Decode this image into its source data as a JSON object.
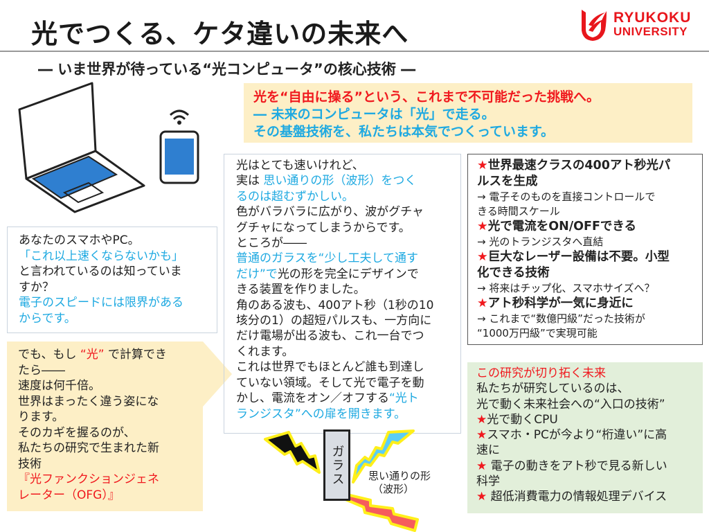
{
  "header": {
    "title": "光でつくる、ケタ違いの未来へ",
    "subtitle": "― いま世界が待っている“光コンピュータ”の核心技術 ―"
  },
  "logo": {
    "line1": "RYUKOKU",
    "line2": "UNIVERSITY",
    "color": "#e8161c"
  },
  "colors": {
    "blue": "#1ea9e1",
    "red": "#f0191e",
    "yellow": "#fdefc6",
    "green": "#e2efda"
  },
  "top_callout": [
    [
      {
        "t": "光を“自由に操る”という、これまで不可能だった挑戦へ。",
        "c": "r"
      }
    ],
    [
      {
        "t": "― 未来のコンピュータは「光」で走る。",
        "c": "b"
      }
    ],
    [
      {
        "t": "その基盤技術を、私たちは本気でつくっています。",
        "c": "b"
      }
    ]
  ],
  "intro_box": [
    [
      {
        "t": "あなたのスマホやPC。",
        "c": ""
      }
    ],
    [
      {
        "t": "「これ以上速くならないかも」",
        "c": "b"
      }
    ],
    [
      {
        "t": "と言われているのは知っていま",
        "c": ""
      }
    ],
    [
      {
        "t": "すか？",
        "c": ""
      }
    ],
    [
      {
        "t": "電子のスピードには限界がある",
        "c": "b"
      }
    ],
    [
      {
        "t": "からです。",
        "c": "b"
      }
    ]
  ],
  "light_box": [
    [
      {
        "t": "でも、もし ",
        "c": ""
      },
      {
        "t": "“光”",
        "c": "r"
      },
      {
        "t": " で計算でき",
        "c": ""
      }
    ],
    [
      {
        "t": "たら――",
        "c": ""
      }
    ],
    [
      {
        "t": "速度は何千倍。",
        "c": ""
      }
    ],
    [
      {
        "t": "世界はまったく違う姿にな",
        "c": ""
      }
    ],
    [
      {
        "t": "ります。",
        "c": ""
      }
    ],
    [
      {
        "t": "そのカギを握るのが、",
        "c": ""
      }
    ],
    [
      {
        "t": "私たちの研究で生まれた新",
        "c": ""
      }
    ],
    [
      {
        "t": "技術",
        "c": ""
      }
    ],
    [
      {
        "t": "『光ファンクションジェネ",
        "c": "r"
      }
    ],
    [
      {
        "t": "レーター（OFG）』",
        "c": "r"
      }
    ]
  ],
  "center_box": [
    [
      {
        "t": "光はとても速いけれど、",
        "c": ""
      }
    ],
    [
      {
        "t": "実は ",
        "c": ""
      },
      {
        "t": "思い通りの形（波形）をつく",
        "c": "b"
      }
    ],
    [
      {
        "t": "るのは超むずかしい。",
        "c": "b"
      }
    ],
    [
      {
        "t": "色がバラバラに広がり、波がグチャ",
        "c": ""
      }
    ],
    [
      {
        "t": "グチャになってしまうからです。",
        "c": ""
      }
    ],
    [
      {
        "t": "ところが――",
        "c": ""
      }
    ],
    [
      {
        "t": "普通のガラスを“少し工夫して通す",
        "c": "b"
      }
    ],
    [
      {
        "t": "だけ”で",
        "c": "b"
      },
      {
        "t": "光の形を完全にデザインで",
        "c": ""
      }
    ],
    [
      {
        "t": "きる装置を作りました。",
        "c": ""
      }
    ],
    [
      {
        "t": "角のある波も、400アト秒（1秒の10",
        "c": ""
      }
    ],
    [
      {
        "t": "垓分の1）の超短パルスも、一方向に",
        "c": ""
      }
    ],
    [
      {
        "t": "だけ電場が出る波も、これ一台でつ",
        "c": ""
      }
    ],
    [
      {
        "t": "くれます。",
        "c": ""
      }
    ],
    [
      {
        "t": "これは世界でもほとんど誰も到達し",
        "c": ""
      }
    ],
    [
      {
        "t": "ていない領域。そして光で電子を動",
        "c": ""
      }
    ],
    [
      {
        "t": "かし、電流をオン／オフする",
        "c": ""
      },
      {
        "t": "“光ト",
        "c": "b"
      }
    ],
    [
      {
        "t": "ランジスタ”への扉を開きます。",
        "c": "b"
      }
    ]
  ],
  "achievements": [
    {
      "k": "h",
      "l": [
        {
          "t": "★",
          "c": "r"
        },
        {
          "t": "世界最速クラスの400アト秒光パ",
          "c": ""
        }
      ]
    },
    {
      "k": "h",
      "l": [
        {
          "t": "ルスを生成",
          "c": ""
        }
      ]
    },
    {
      "k": "s",
      "l": [
        {
          "t": "→ 電子そのものを直接コントロールで",
          "c": ""
        }
      ]
    },
    {
      "k": "s",
      "l": [
        {
          "t": "きる時間スケール",
          "c": ""
        }
      ]
    },
    {
      "k": "h",
      "l": [
        {
          "t": "★",
          "c": "r"
        },
        {
          "t": "光で電流をON/OFFできる",
          "c": ""
        }
      ]
    },
    {
      "k": "s",
      "l": [
        {
          "t": "→ 光のトランジスタへ直結",
          "c": ""
        }
      ]
    },
    {
      "k": "h",
      "l": [
        {
          "t": "★",
          "c": "r"
        },
        {
          "t": "巨大なレーザー設備は不要。小型",
          "c": ""
        }
      ]
    },
    {
      "k": "h",
      "l": [
        {
          "t": "化できる技術",
          "c": ""
        }
      ]
    },
    {
      "k": "s",
      "l": [
        {
          "t": "→ 将来はチップ化、スマホサイズへ？",
          "c": ""
        }
      ]
    },
    {
      "k": "h",
      "l": [
        {
          "t": "★",
          "c": "r"
        },
        {
          "t": "アト秒科学が一気に身近に",
          "c": ""
        }
      ]
    },
    {
      "k": "s",
      "l": [
        {
          "t": "→ これまで“数億円級”だった技術が",
          "c": ""
        }
      ]
    },
    {
      "k": "s",
      "l": [
        {
          "t": "“1000万円級”で実現可能",
          "c": ""
        }
      ]
    }
  ],
  "future_box": [
    [
      {
        "t": "この研究が切り拓く未来",
        "c": "r"
      }
    ],
    [
      {
        "t": "私たちが研究しているのは、",
        "c": ""
      }
    ],
    [
      {
        "t": "光で動く未来社会への“入口の技術”",
        "c": ""
      }
    ],
    [
      {
        "t": "★",
        "c": "r"
      },
      {
        "t": "光で動くCPU",
        "c": ""
      }
    ],
    [
      {
        "t": "★",
        "c": "r"
      },
      {
        "t": "スマホ・PCが今より“桁違い”に高",
        "c": ""
      }
    ],
    [
      {
        "t": "速に",
        "c": ""
      }
    ],
    [
      {
        "t": "★",
        "c": "r"
      },
      {
        "t": " 電子の動きをアト秒で見る新しい",
        "c": ""
      }
    ],
    [
      {
        "t": "科学",
        "c": ""
      }
    ],
    [
      {
        "t": "★",
        "c": "r"
      },
      {
        "t": " 超低消費電力の情報処理デバイス",
        "c": ""
      }
    ]
  ],
  "diagram": {
    "glass_label": "ガラス",
    "wave_label_1": "思い通りの形",
    "wave_label_2": "（波形）"
  }
}
